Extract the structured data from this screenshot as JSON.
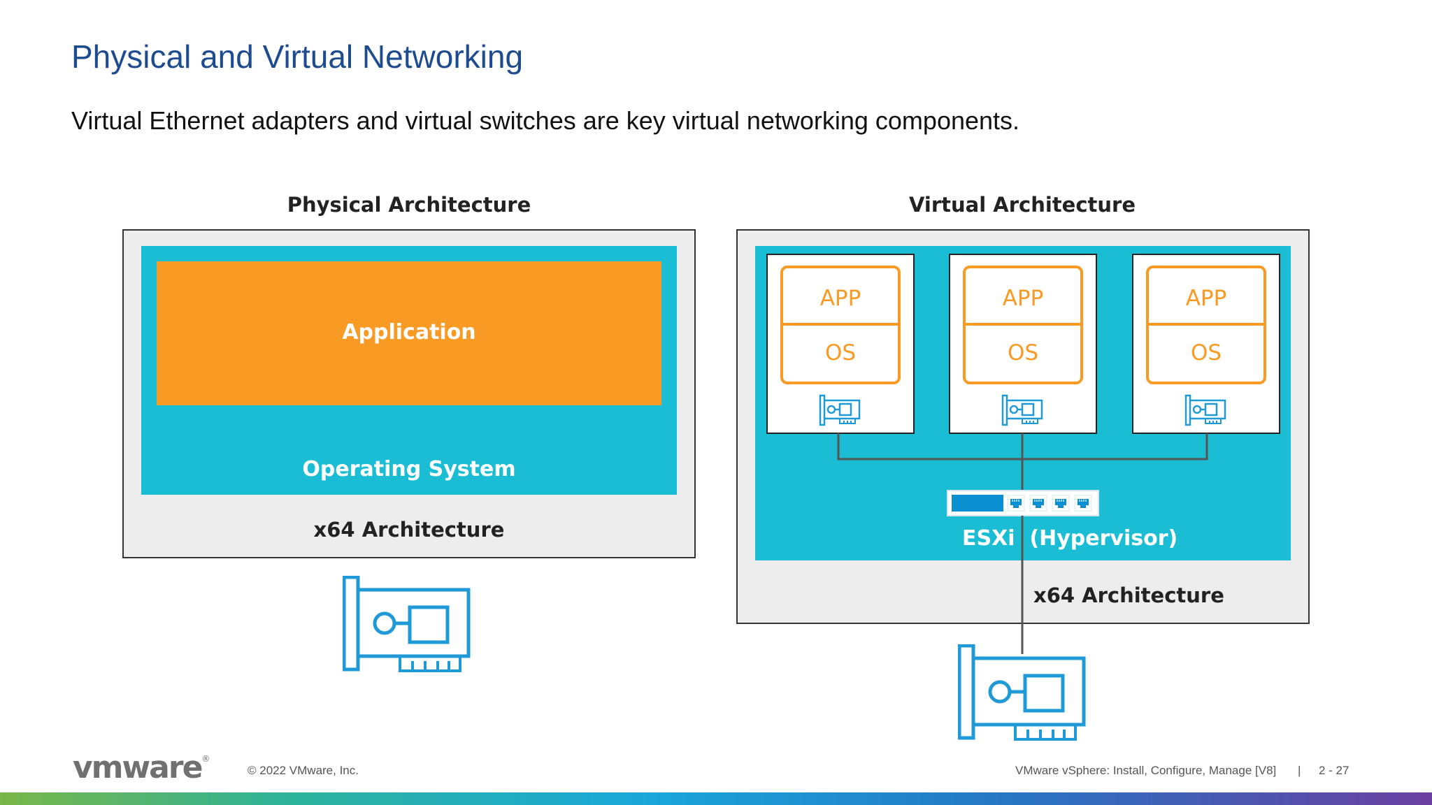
{
  "slide": {
    "title": "Physical and Virtual Networking",
    "subtitle": "Virtual Ethernet adapters and virtual switches are key virtual networking components."
  },
  "physical": {
    "heading": "Physical Architecture",
    "application": "Application",
    "os": "Operating System",
    "hardware": "x64 Architecture"
  },
  "virtual": {
    "heading": "Virtual Architecture",
    "vms": [
      {
        "app": "APP",
        "os": "OS"
      },
      {
        "app": "APP",
        "os": "OS"
      },
      {
        "app": "APP",
        "os": "OS"
      }
    ],
    "hypervisor": "ESXi  (Hypervisor)",
    "hardware": "x64 Architecture"
  },
  "footer": {
    "logo": "vmware",
    "trademark": "®",
    "copyright": "© 2022 VMware, Inc.",
    "course": "VMware vSphere: Install, Configure, Manage [V8]",
    "separator": "|",
    "page": "2 - 27"
  },
  "colors": {
    "title": "#1d4b8f",
    "teal": "#1bbdd4",
    "orange": "#f89a24",
    "gray_box": "#ededee",
    "nic_blue": "#1f9ad6",
    "switch_blue": "#0a8fd1"
  },
  "icons": [
    "network-card-icon",
    "virtual-nic-icon",
    "virtual-switch-icon",
    "switch-port-icon"
  ]
}
